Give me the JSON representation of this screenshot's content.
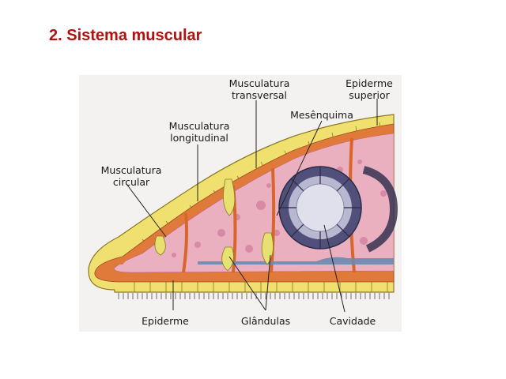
{
  "slide": {
    "title": "2. Sistema muscular"
  },
  "diagram": {
    "labels": {
      "musculatura_transversal": [
        "Musculatura",
        "transversal"
      ],
      "epiderme_superior": [
        "Epiderme",
        "superior"
      ],
      "mesenquima": "Mesênquima",
      "musculatura_longitudinal": [
        "Musculatura",
        "longitudinal"
      ],
      "musculatura_circular": [
        "Musculatura",
        "circular"
      ],
      "epiderme": "Epiderme",
      "glandulas": "Glândulas",
      "cavidade": "Cavidade"
    },
    "colors": {
      "epidermis": "#f0e070",
      "epidermis_border": "#8a7a20",
      "muscle": "#e07a3a",
      "mesenchyme": "#eab0c0",
      "gland": "#e8e070",
      "gut_ring": "#50507a",
      "cavity": "#dfe0ec",
      "base_muscle": "#6a8ab0"
    }
  }
}
